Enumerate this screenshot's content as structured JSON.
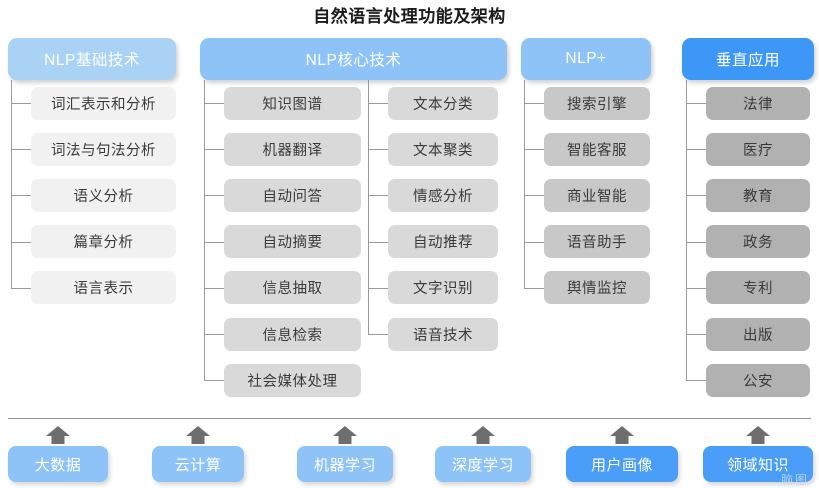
{
  "title": "自然语言处理功能及架构",
  "colors": {
    "header_light": "#a9d2f5",
    "header_mid": "#8dc3f7",
    "header_accent": "#3d97f7",
    "leaf_col1": "#f1f1f1",
    "leaf_col2": "#d9d9d9",
    "leaf_col3": "#c8c8c8",
    "leaf_col4": "#b1b1b1",
    "foundation": "#8dc3f7",
    "foundation_accent": "#4a9ef8",
    "line": "#9a9a9a",
    "arrow": "#6e6e6e"
  },
  "columns": [
    {
      "key": "nlp-basic",
      "header": "NLP基础技术",
      "items": [
        "词汇表示和分析",
        "词法与句法分析",
        "语义分析",
        "篇章分析",
        "语言表示"
      ]
    },
    {
      "key": "nlp-core",
      "header": "NLP核心技术",
      "items_left": [
        "知识图谱",
        "机器翻译",
        "自动问答",
        "自动摘要",
        "信息抽取",
        "信息检索",
        "社会媒体处理"
      ],
      "items_right": [
        "文本分类",
        "文本聚类",
        "情感分析",
        "自动推荐",
        "文字识别",
        "语音技术"
      ]
    },
    {
      "key": "nlp-plus",
      "header": "NLP+",
      "items": [
        "搜索引擎",
        "智能客服",
        "商业智能",
        "语音助手",
        "舆情监控"
      ]
    },
    {
      "key": "vertical-apps",
      "header": "垂直应用",
      "items": [
        "法律",
        "医疗",
        "教育",
        "政务",
        "专利",
        "出版",
        "公安"
      ]
    }
  ],
  "foundation": {
    "items": [
      "大数据",
      "云计算",
      "机器学习",
      "深度学习",
      "用户画像",
      "领域知识"
    ]
  },
  "watermark": "脑图"
}
